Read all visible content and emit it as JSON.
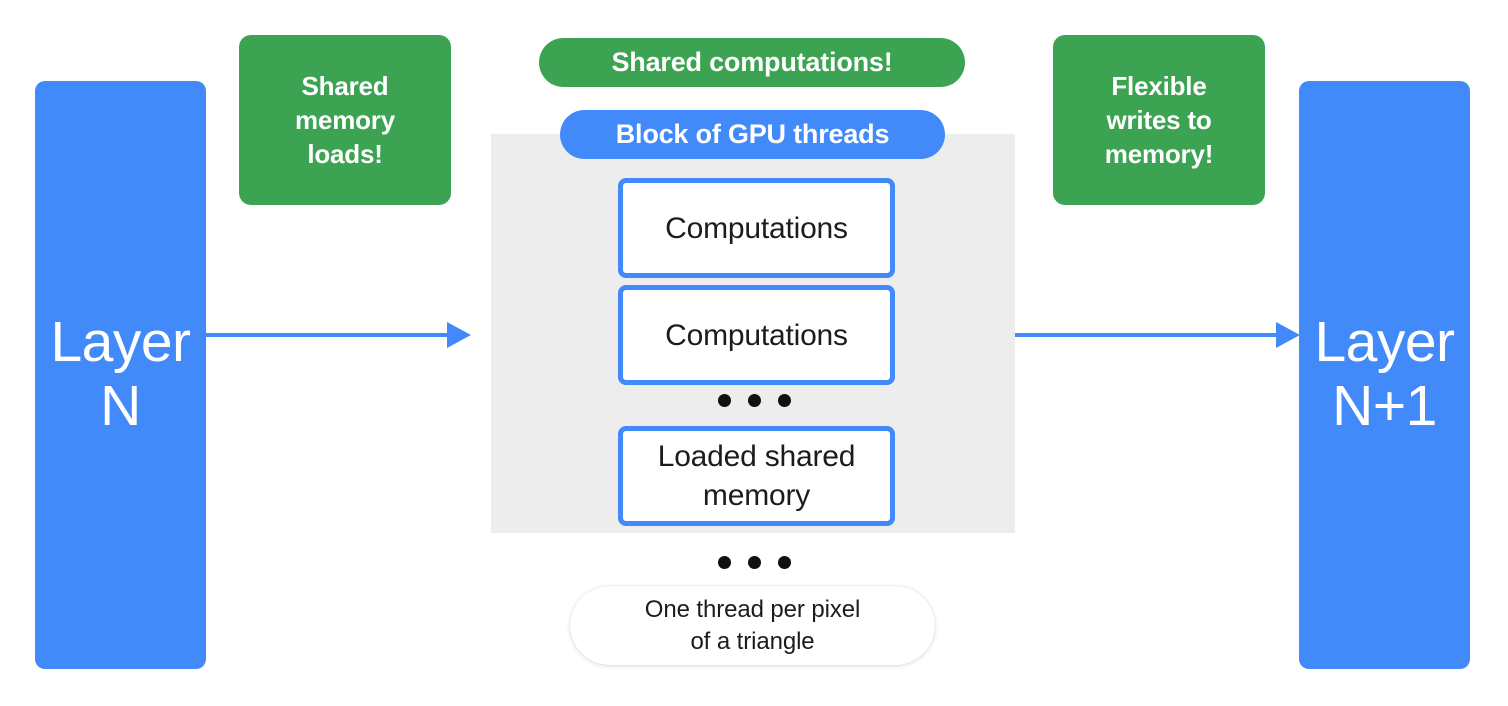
{
  "diagram": {
    "title": "GPU thread block shared memory and computation flow",
    "colors": {
      "blue": "#4289f9",
      "green": "#3ba351",
      "grey_block": "#ededed",
      "text_dark": "#1c1c1c",
      "white": "#ffffff"
    },
    "layers": [
      {
        "id": "layer-n",
        "label": "Layer\nN"
      },
      {
        "id": "layer-n1",
        "label": "Layer\nN+1"
      }
    ],
    "callouts": [
      {
        "id": "shared-memory-loads",
        "label": "Shared\nmemory\nloads!"
      },
      {
        "id": "flexible-writes",
        "label": "Flexible\nwrites to\nmemory!"
      }
    ],
    "pills": {
      "shared_computations": "Shared computations!",
      "block_of_gpu_threads": "Block of GPU threads",
      "one_thread_per_pixel": "One thread per pixel\nof a triangle"
    },
    "thread_boxes": [
      {
        "label": "Computations"
      },
      {
        "label": "Computations"
      },
      {
        "label": "Loaded shared\nmemory"
      }
    ],
    "ellipses": [
      {
        "id": "inner",
        "dots": 3
      },
      {
        "id": "outer",
        "dots": 3
      }
    ],
    "arrows": [
      {
        "id": "layer-n-to-block",
        "direction": "right"
      },
      {
        "id": "block-to-layer-n1",
        "direction": "right"
      }
    ]
  }
}
